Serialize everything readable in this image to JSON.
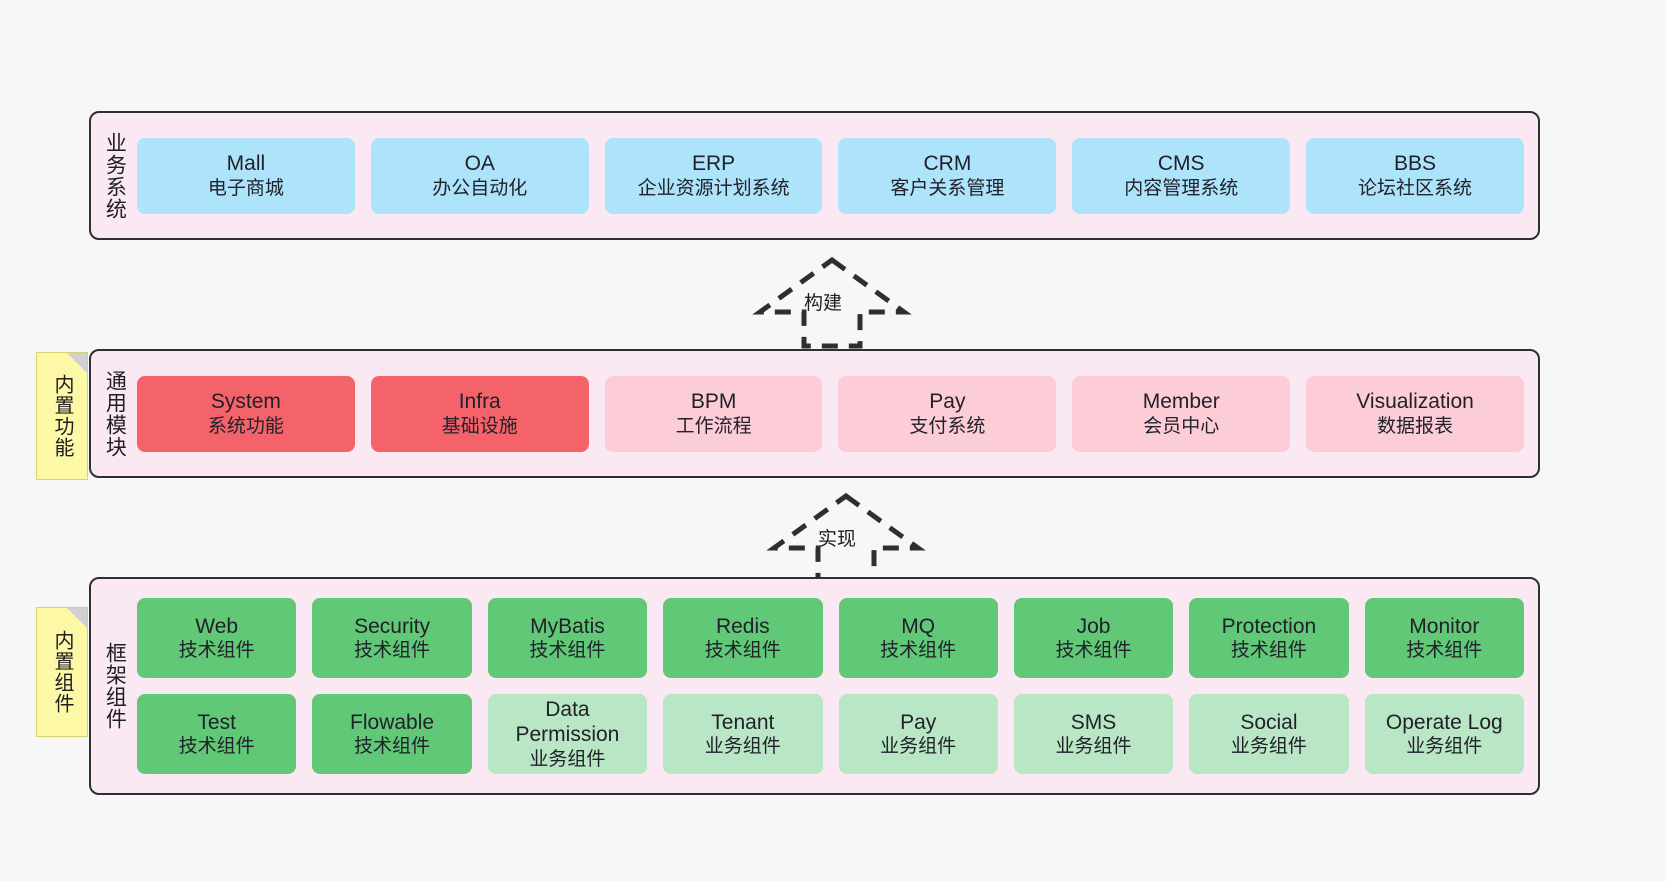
{
  "diagram": {
    "background": "#f7f7f7",
    "layers": [
      {
        "id": "business",
        "title": "业务系统",
        "panel_color": "#fae9f3",
        "rows": [
          {
            "nodes": [
              {
                "name": "Mall",
                "sub": "电子商城",
                "color": "#ade3fb"
              },
              {
                "name": "OA",
                "sub": "办公自动化",
                "color": "#ade3fb"
              },
              {
                "name": "ERP",
                "sub": "企业资源计划系统",
                "color": "#ade3fb"
              },
              {
                "name": "CRM",
                "sub": "客户关系管理",
                "color": "#ade3fb"
              },
              {
                "name": "CMS",
                "sub": "内容管理系统",
                "color": "#ade3fb"
              },
              {
                "name": "BBS",
                "sub": "论坛社区系统",
                "color": "#ade3fb"
              }
            ]
          }
        ]
      },
      {
        "id": "module",
        "title": "通用模块",
        "note": "内置功能",
        "panel_color": "#fae9f3",
        "rows": [
          {
            "nodes": [
              {
                "name": "System",
                "sub": "系统功能",
                "color": "#f4636a"
              },
              {
                "name": "Infra",
                "sub": "基础设施",
                "color": "#f4636a"
              },
              {
                "name": "BPM",
                "sub": "工作流程",
                "color": "#fccdd6"
              },
              {
                "name": "Pay",
                "sub": "支付系统",
                "color": "#fccdd6"
              },
              {
                "name": "Member",
                "sub": "会员中心",
                "color": "#fccdd6"
              },
              {
                "name": "Visualization",
                "sub": "数据报表",
                "color": "#fccdd6"
              }
            ]
          }
        ]
      },
      {
        "id": "framework",
        "title": "框架组件",
        "note": "内置组件",
        "panel_color": "#fae9f3",
        "rows": [
          {
            "nodes": [
              {
                "name": "Web",
                "sub": "技术组件",
                "color": "#61c878"
              },
              {
                "name": "Security",
                "sub": "技术组件",
                "color": "#61c878"
              },
              {
                "name": "MyBatis",
                "sub": "技术组件",
                "color": "#61c878"
              },
              {
                "name": "Redis",
                "sub": "技术组件",
                "color": "#61c878"
              },
              {
                "name": "MQ",
                "sub": "技术组件",
                "color": "#61c878"
              },
              {
                "name": "Job",
                "sub": "技术组件",
                "color": "#61c878"
              },
              {
                "name": "Protection",
                "sub": "技术组件",
                "color": "#61c878"
              },
              {
                "name": "Monitor",
                "sub": "技术组件",
                "color": "#61c878"
              }
            ]
          },
          {
            "nodes": [
              {
                "name": "Test",
                "sub": "技术组件",
                "color": "#61c878"
              },
              {
                "name": "Flowable",
                "sub": "技术组件",
                "color": "#61c878"
              },
              {
                "name": "Data Permission",
                "sub": "业务组件",
                "color": "#b9e6c4",
                "wrap": true
              },
              {
                "name": "Tenant",
                "sub": "业务组件",
                "color": "#b9e6c4"
              },
              {
                "name": "Pay",
                "sub": "业务组件",
                "color": "#b9e6c4"
              },
              {
                "name": "SMS",
                "sub": "业务组件",
                "color": "#b9e6c4"
              },
              {
                "name": "Social",
                "sub": "业务组件",
                "color": "#b9e6c4"
              },
              {
                "name": "Operate Log",
                "sub": "业务组件",
                "color": "#b9e6c4"
              }
            ]
          }
        ]
      }
    ],
    "connectors": [
      {
        "id": "build",
        "label": "构建",
        "style": "dashed-hollow-triangle",
        "color": "#2f2f33"
      },
      {
        "id": "impl",
        "label": "实现",
        "style": "dashed-hollow-triangle",
        "color": "#2f2f33"
      }
    ]
  }
}
